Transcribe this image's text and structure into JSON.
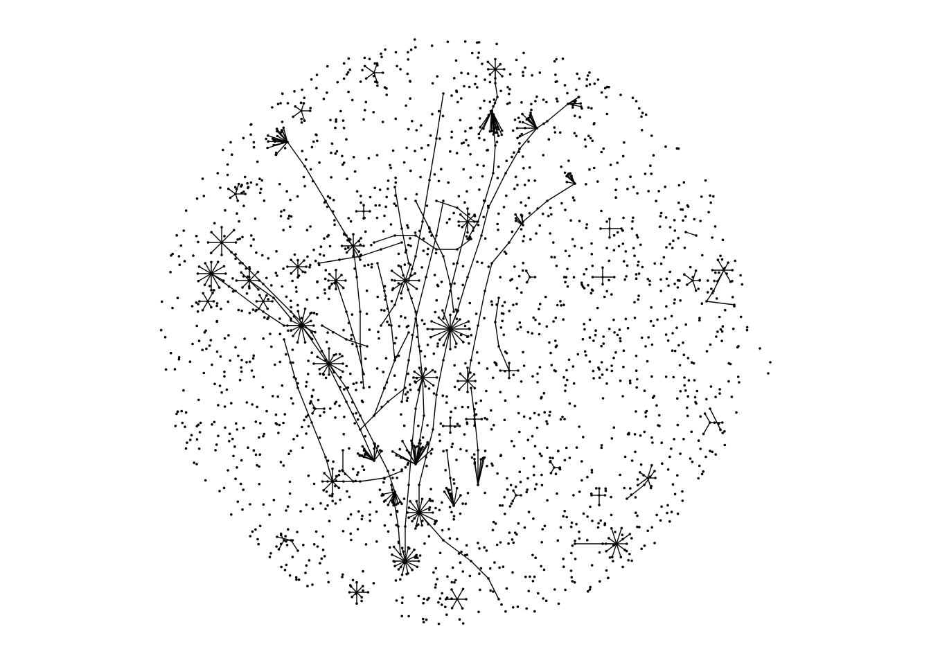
{
  "graph": {
    "type": "network",
    "layout": "circular-scatter",
    "node_color": "#000000",
    "edge_color": "#000000",
    "background": "#ffffff",
    "has_text": false,
    "isolated_nodes_approx": 1800,
    "hub_clusters_approx": 40
  }
}
